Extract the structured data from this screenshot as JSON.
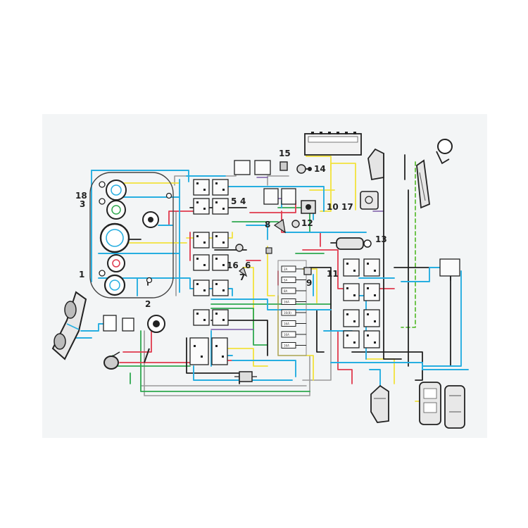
{
  "diagram": {
    "callouts": [
      {
        "id": "c1",
        "text": "1"
      },
      {
        "id": "c2",
        "text": "2"
      },
      {
        "id": "c3",
        "text": "3"
      },
      {
        "id": "c4",
        "text": "4"
      },
      {
        "id": "c5",
        "text": "5"
      },
      {
        "id": "c6",
        "text": "6"
      },
      {
        "id": "c7",
        "text": "7"
      },
      {
        "id": "c8",
        "text": "8"
      },
      {
        "id": "c9",
        "text": "9"
      },
      {
        "id": "c10",
        "text": "10"
      },
      {
        "id": "c11",
        "text": "11"
      },
      {
        "id": "c12",
        "text": "12"
      },
      {
        "id": "c13",
        "text": "13"
      },
      {
        "id": "c14",
        "text": "14"
      },
      {
        "id": "c15",
        "text": "15"
      },
      {
        "id": "c16",
        "text": "16"
      },
      {
        "id": "c17",
        "text": "17"
      },
      {
        "id": "c18",
        "text": "18"
      }
    ],
    "fuse_labels": [
      "2A",
      "5A",
      "8A",
      "16A",
      "16(8)",
      "16A",
      "16A",
      "16A"
    ],
    "wire_colors": {
      "blue": "#27aee0",
      "black": "#222222",
      "red": "#e03a4e",
      "green": "#2fa84f",
      "yellow": "#f2e23c",
      "grey": "#9a9a9a",
      "violet": "#7a5aa6",
      "dashed_green": "#5fbf3a"
    },
    "paper_color": "#f4f6f7"
  }
}
